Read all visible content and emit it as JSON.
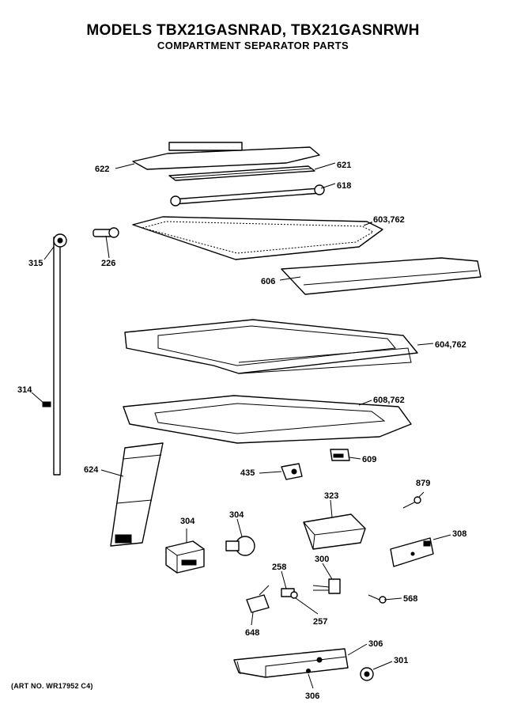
{
  "header": {
    "title": "MODELS TBX21GASNRAD, TBX21GASNRWH",
    "subtitle": "COMPARTMENT SEPARATOR PARTS"
  },
  "footer": {
    "art_no": "(ART NO. WR17952 C4)"
  },
  "callouts": {
    "c622": "622",
    "c621": "621",
    "c618": "618",
    "c603_762": "603,762",
    "c315": "315",
    "c226": "226",
    "c606": "606",
    "c604_762": "604,762",
    "c314": "314",
    "c608_762": "608,762",
    "c609": "609",
    "c624": "624",
    "c435": "435",
    "c879": "879",
    "c323": "323",
    "c304a": "304",
    "c304b": "304",
    "c308": "308",
    "c258": "258",
    "c300": "300",
    "c568": "568",
    "c257": "257",
    "c648": "648",
    "c306a": "306",
    "c301": "301",
    "c306b": "306"
  }
}
